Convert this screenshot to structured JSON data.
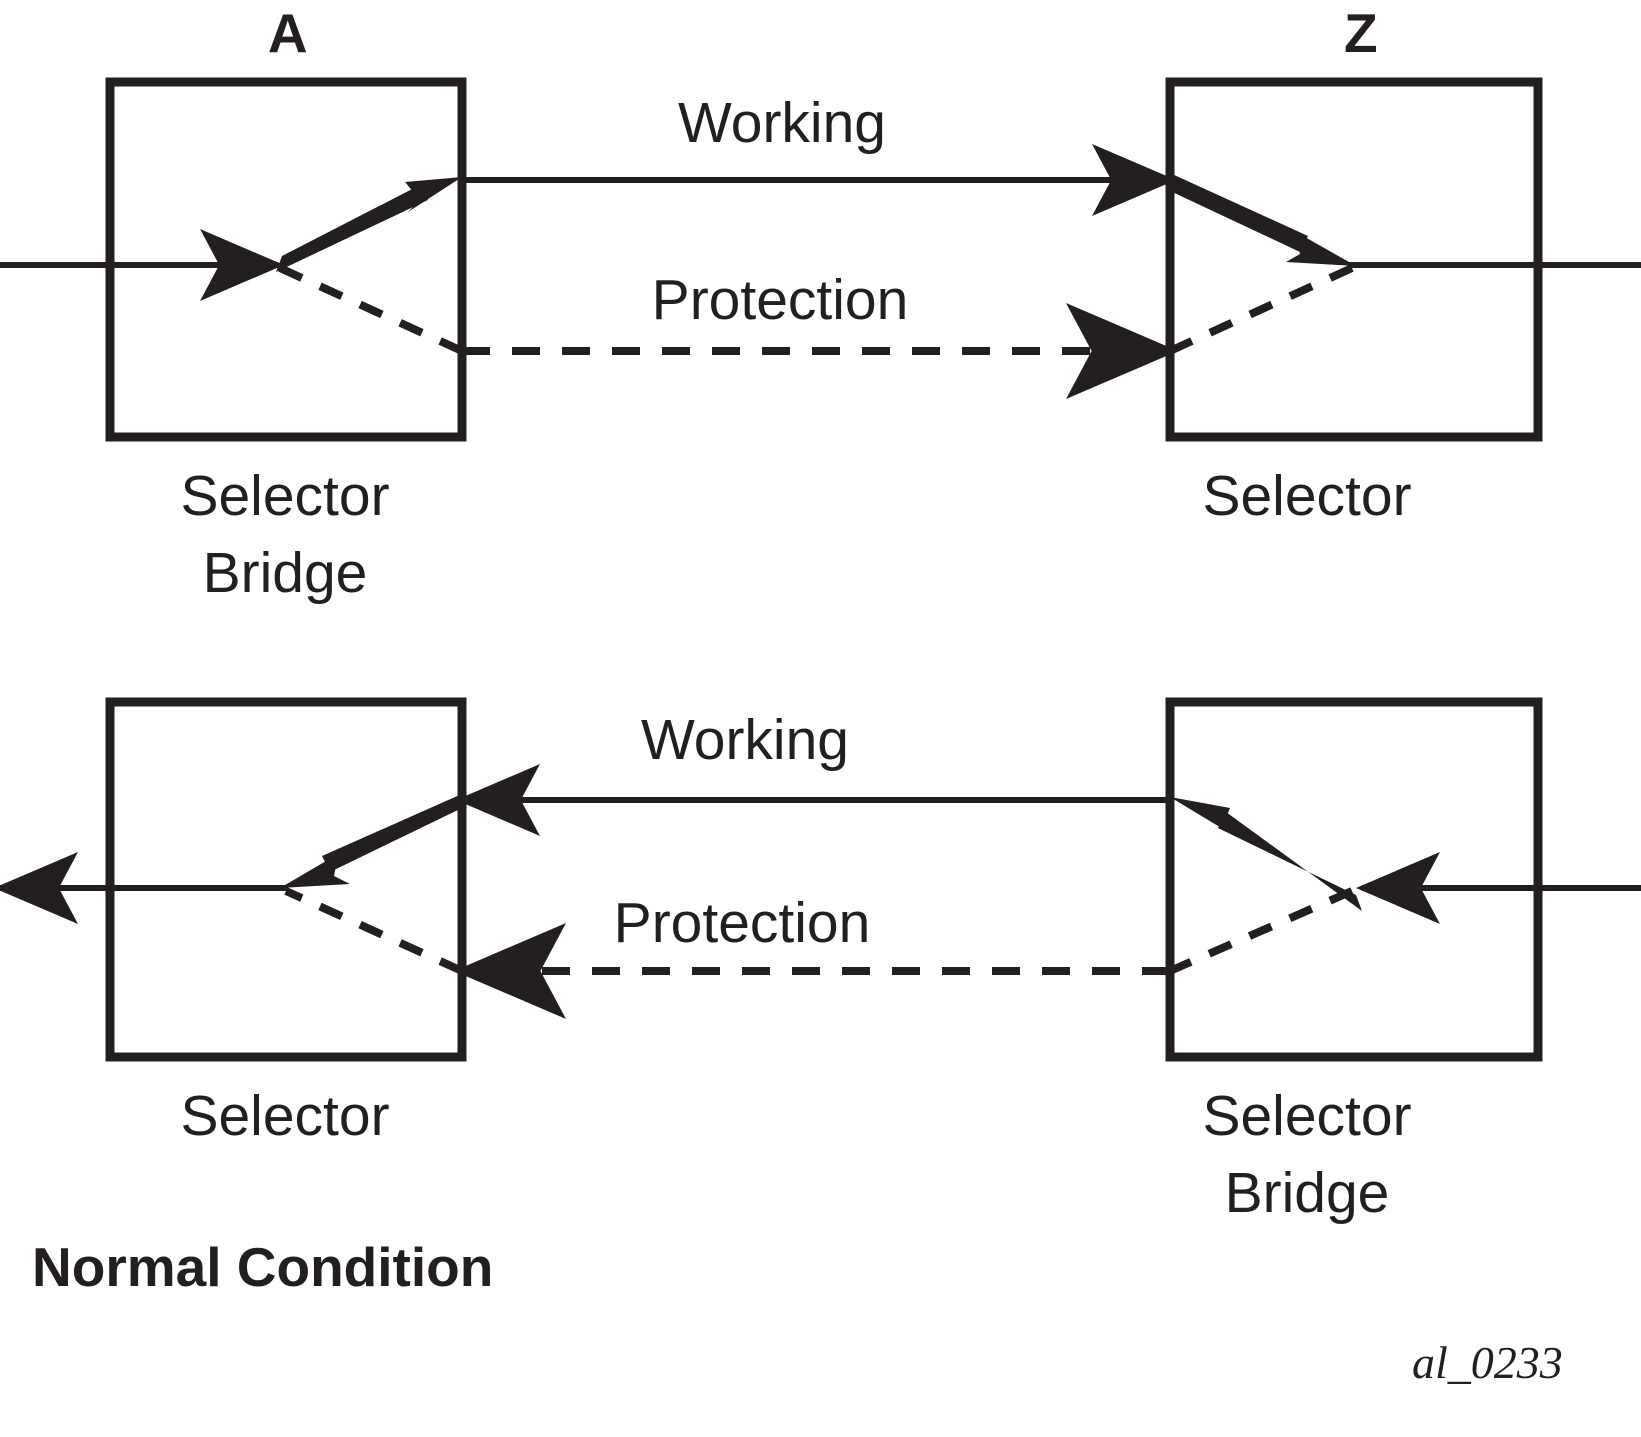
{
  "figure": {
    "title": "Normal Condition",
    "watermark": "al_0233",
    "stroke_color": "#231f20",
    "background_color": "#ffffff"
  },
  "nodes": [
    {
      "id": "A",
      "label": "A",
      "caption_line1": "Selector",
      "caption_line2": "Bridge",
      "row": "top",
      "side": "left"
    },
    {
      "id": "Z",
      "label": "Z",
      "caption_line1": "Selector",
      "caption_line2": "",
      "row": "top",
      "side": "right"
    },
    {
      "id": "A2",
      "label": "",
      "caption_line1": "Selector",
      "caption_line2": "",
      "row": "bottom",
      "side": "left"
    },
    {
      "id": "Z2",
      "label": "",
      "caption_line1": "Selector",
      "caption_line2": "Bridge",
      "row": "bottom",
      "side": "right"
    }
  ],
  "paths": {
    "top": {
      "working_label": "Working",
      "protection_label": "Protection",
      "direction": "left-to-right",
      "working_style": "solid",
      "protection_style": "dashed",
      "active_path": "working"
    },
    "bottom": {
      "working_label": "Working",
      "protection_label": "Protection",
      "direction": "right-to-left",
      "working_style": "solid",
      "protection_style": "dashed",
      "active_path": "working"
    }
  },
  "legend": {
    "top_A_caption": "Selector\nBridge",
    "top_Z_caption": "Selector",
    "bottom_left_caption": "Selector",
    "bottom_right_caption": "Selector\nBridge"
  }
}
